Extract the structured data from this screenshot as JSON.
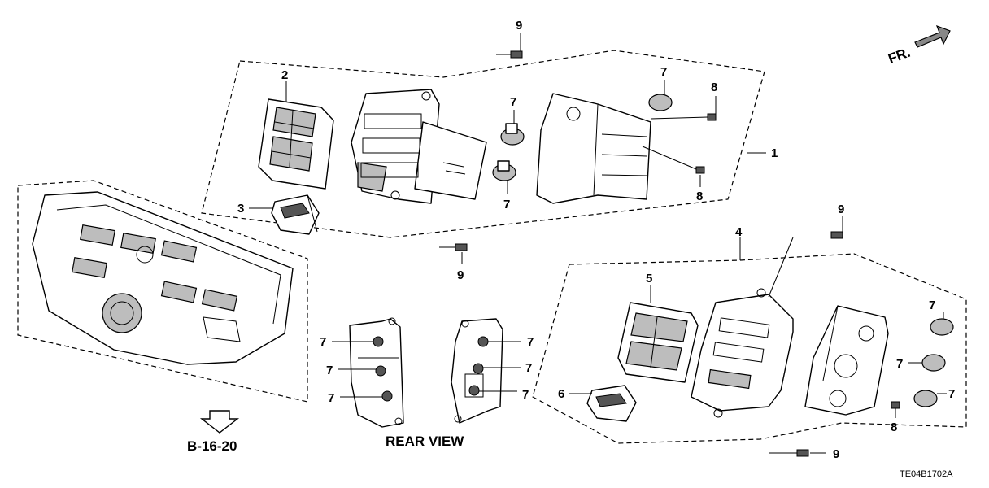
{
  "direction_marker": "FR.",
  "reference_label": "B-16-20",
  "rear_view_label": "REAR VIEW",
  "figure_code": "TE04B1702A",
  "callouts": {
    "c1": "1",
    "c2": "2",
    "c3": "3",
    "c4": "4",
    "c5": "5",
    "c6": "6",
    "c7a": "7",
    "c7b": "7",
    "c7c": "7",
    "c7d": "7",
    "c7e": "7",
    "c7f": "7",
    "c7g": "7",
    "c7h": "7",
    "c7i": "7",
    "c7j": "7",
    "c7k": "7",
    "c7l": "7",
    "c8a": "8",
    "c8b": "8",
    "c8c": "8",
    "c9a": "9",
    "c9b": "9",
    "c9c": "9",
    "c9d": "9"
  }
}
